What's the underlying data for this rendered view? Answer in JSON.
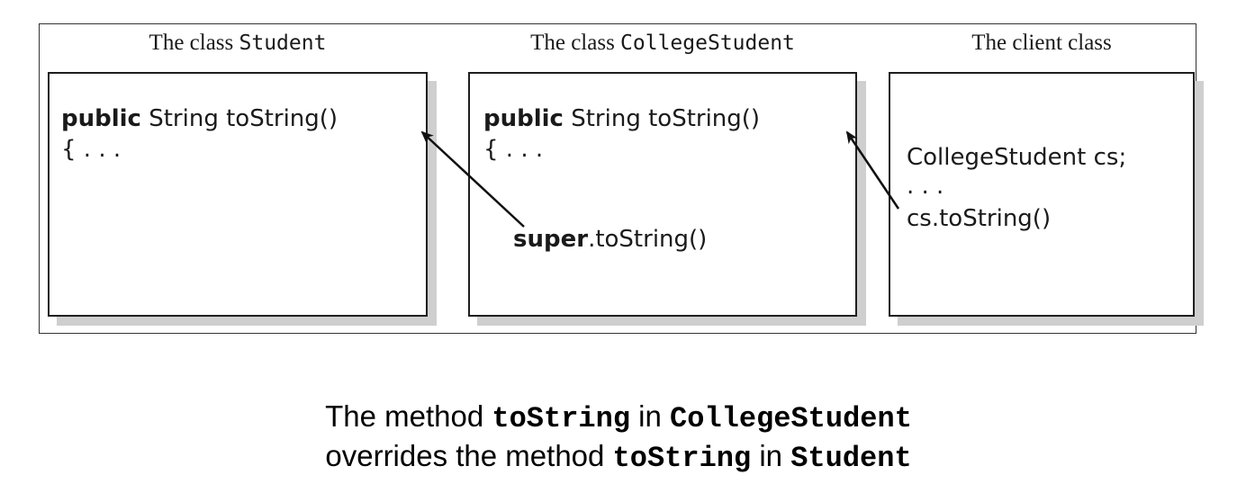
{
  "columns": [
    {
      "heading_prefix": "The class",
      "heading_code": "Student"
    },
    {
      "heading_prefix": "The class",
      "heading_code": "CollegeStudent"
    },
    {
      "heading_prefix": "The client class",
      "heading_code": ""
    }
  ],
  "boxes": {
    "student": {
      "keyword": "public",
      "signature": " String toString()",
      "body": "{ . . ."
    },
    "college": {
      "keyword": "public",
      "signature": " String toString()",
      "body": "{ . . .",
      "super_keyword": "super",
      "super_call": ".toString()"
    },
    "client": {
      "line1": "CollegeStudent cs;",
      "line2": ". . .",
      "line3": "cs.toString()"
    }
  },
  "caption": {
    "line1_pre": "The method ",
    "line1_code1": "toString",
    "line1_mid": " in ",
    "line1_code2": "CollegeStudent",
    "line2_pre": "overrides the method ",
    "line2_code1": "toString",
    "line2_mid": " in ",
    "line2_code2": "Student"
  }
}
